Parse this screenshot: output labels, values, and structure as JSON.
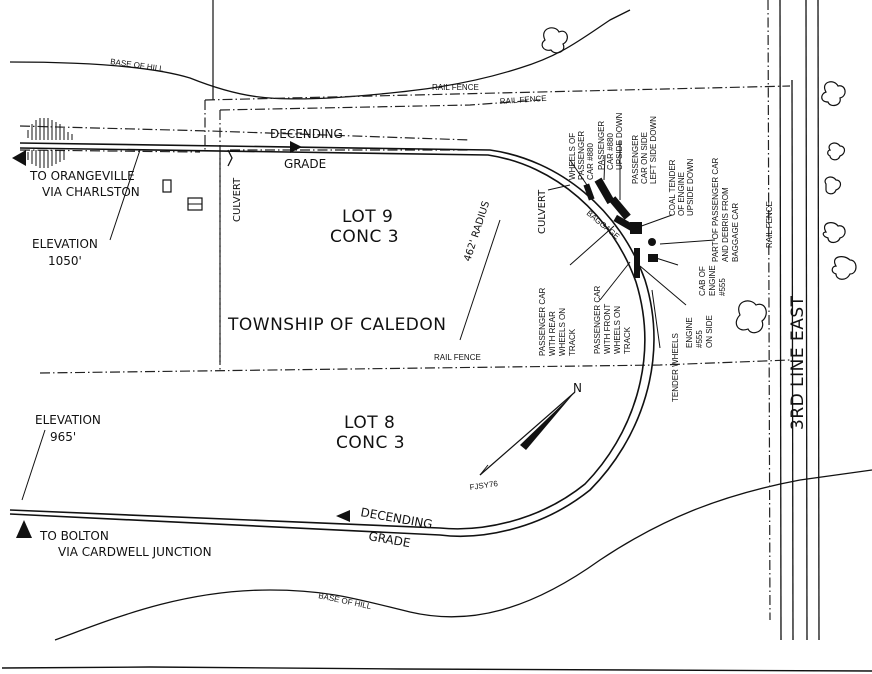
{
  "title": "TOWNSHIP OF CALEDON",
  "lots": [
    {
      "lot": "LOT 9",
      "conc": "CONC 3"
    },
    {
      "lot": "LOT 8",
      "conc": "CONC 3"
    }
  ],
  "road": "3RD LINE EAST",
  "destinations": {
    "north_west": {
      "line1": "TO ORANGEVILLE",
      "line2": "VIA CHARLSTON"
    },
    "south_west": {
      "line1": "TO BOLTON",
      "line2": "VIA CARDWELL JUNCTION"
    }
  },
  "elevations": [
    {
      "label": "ELEVATION",
      "value": "1050'"
    },
    {
      "label": "ELEVATION",
      "value": "965'"
    }
  ],
  "grade_labels": [
    {
      "line1": "DECENDING",
      "line2": "GRADE"
    },
    {
      "line1": "DECENDING",
      "line2": "GRADE"
    }
  ],
  "curve_radius": "462' RADIUS",
  "base_of_hill": "BASE OF HILL",
  "rail_fence": "RAIL FENCE",
  "culvert": "CULVERT",
  "north": "N",
  "signature": "FJSY76",
  "wreck_labels": {
    "wheels_880": [
      "WHEELS OF",
      "PASSENGER",
      "CAR #880"
    ],
    "car_880_upside": [
      "PASSENGER",
      "CAR #880",
      "UPSIDE DOWN"
    ],
    "car_on_side": [
      "PASSENGER",
      "CAR ON SIDE",
      "LEFT SIDE DOWN"
    ],
    "coal_tender": [
      "COAL TENDER",
      "OF ENGINE",
      "UPSIDE DOWN"
    ],
    "debris": [
      "PART OF PASSENGER CAR",
      "AND DEBRIS FROM",
      "BAGGAGE CAR"
    ],
    "cab": [
      "CAB OF",
      "ENGINE",
      "#555"
    ],
    "engine": [
      "ENGINE",
      "#555",
      "ON SIDE"
    ],
    "tender_wheels": [
      "TENDER WHEELS"
    ],
    "rear_wheels": [
      "PASSENGER CAR",
      "WITH REAR",
      "WHEELS ON",
      "TRACK"
    ],
    "front_wheels": [
      "PASSENGER CAR",
      "WITH FRONT",
      "WHEELS ON",
      "TRACK"
    ],
    "on_track_car": "BAGGAGE"
  }
}
